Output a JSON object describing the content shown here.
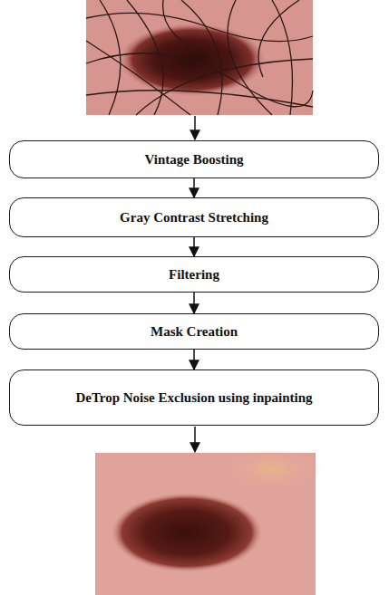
{
  "diagram": {
    "nodes": [
      {
        "text": [
          "Vintage Boosting"
        ]
      },
      {
        "text": [
          "Gray Contrast Stretching"
        ]
      },
      {
        "text": [
          "Filtering"
        ]
      },
      {
        "text": [
          "Mask Creation"
        ]
      },
      {
        "text": [
          "DeTrop Noise Exclusion using inpainting"
        ]
      }
    ],
    "edges": [
      {
        "from": 0,
        "to": 1,
        "arrow": "to"
      },
      {
        "from": 1,
        "to": 2,
        "arrow": "to"
      },
      {
        "from": 2,
        "to": 3,
        "arrow": "to"
      },
      {
        "from": 3,
        "to": 4,
        "arrow": "to"
      }
    ]
  }
}
